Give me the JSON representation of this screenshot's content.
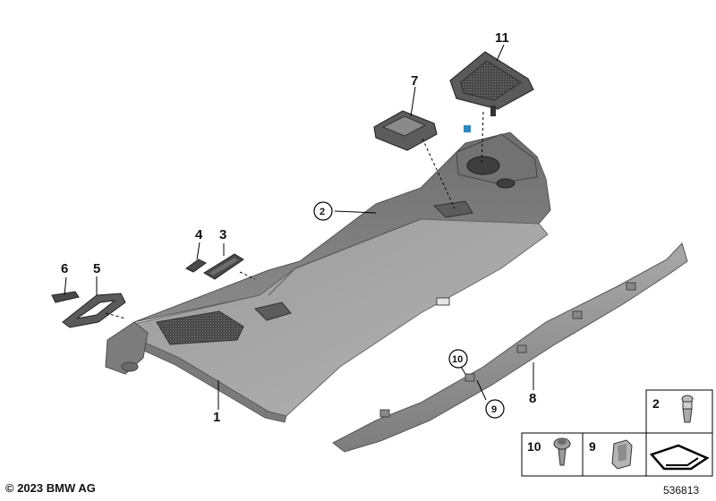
{
  "callouts": {
    "c1": "1",
    "c2": "2",
    "c3": "3",
    "c4": "4",
    "c5": "5",
    "c6": "6",
    "c7": "7",
    "c8": "8",
    "c9": "9",
    "c10": "10",
    "c11": "11"
  },
  "legend": {
    "cell_2": "2",
    "cell_10": "10",
    "cell_9": "9"
  },
  "footer": {
    "copyright": "© 2023 BMW AG",
    "image_id": "536813"
  }
}
